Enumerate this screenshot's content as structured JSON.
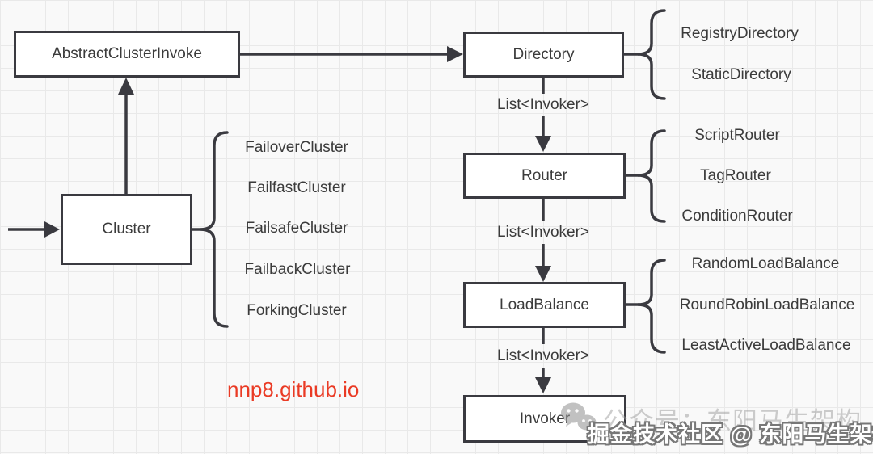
{
  "diagram": {
    "nodes": {
      "abstract_cluster_invoke": "AbstractClusterInvoke",
      "cluster": "Cluster",
      "directory": "Directory",
      "router": "Router",
      "load_balance": "LoadBalance",
      "invoker": "Invoker"
    },
    "edge_labels": [
      "List<Invoker>",
      "List<Invoker>",
      "List<Invoker>"
    ],
    "cluster_implementations": [
      "FailoverCluster",
      "FailfastCluster",
      "FailsafeCluster",
      "FailbackCluster",
      "ForkingCluster"
    ],
    "directory_implementations": [
      "RegistryDirectory",
      "StaticDirectory"
    ],
    "router_implementations": [
      "ScriptRouter",
      "TagRouter",
      "ConditionRouter"
    ],
    "load_balance_implementations": [
      "RandomLoadBalance",
      "RoundRobinLoadBalance",
      "LeastActiveLoadBalance"
    ]
  },
  "annotations": {
    "site_link": "nnp8.github.io",
    "site_link_color": "#ea3b25"
  },
  "watermarks": {
    "wechat_label": "公众号：东阳马生架构",
    "juejin_label": "掘金技术社区 @ 东阳马生架构"
  },
  "colors": {
    "stroke": "#3a3a40",
    "text": "#3b3b3b",
    "box_fill": "#ffffff"
  }
}
